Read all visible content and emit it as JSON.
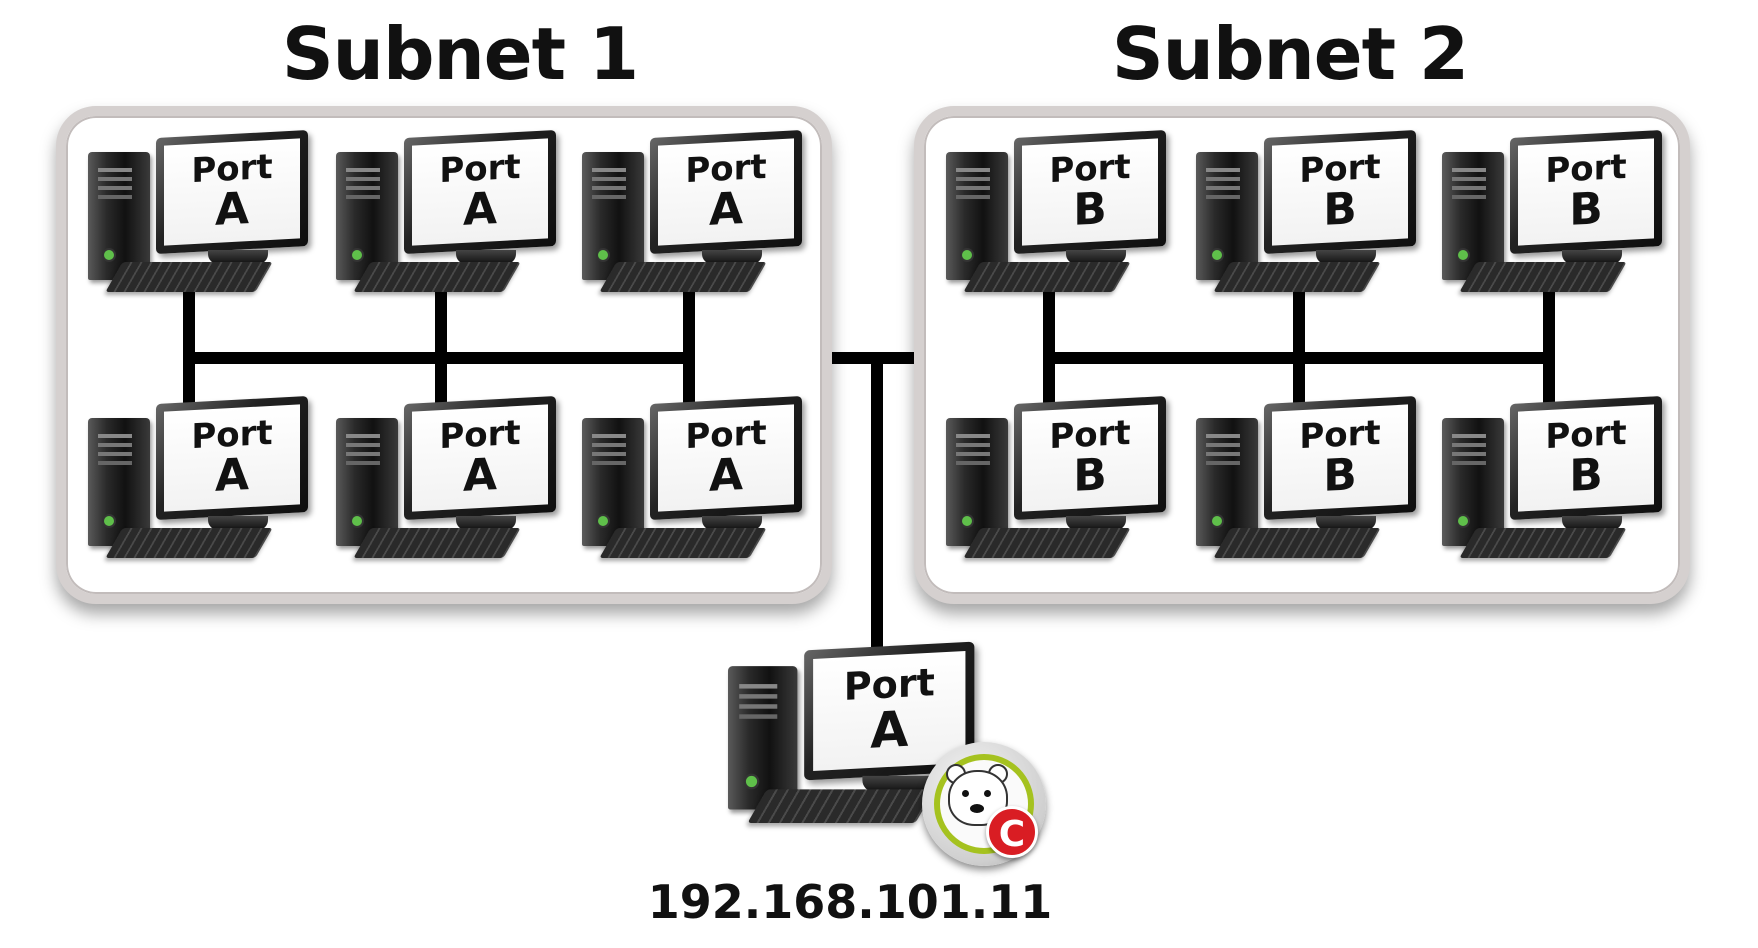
{
  "subnets": [
    {
      "title": "Subnet 1",
      "port_letter": "A"
    },
    {
      "title": "Subnet 2",
      "port_letter": "B"
    }
  ],
  "computer": {
    "port_word": "Port"
  },
  "main_computer": {
    "port_word": "Port",
    "port_letter": "A",
    "ip_address": "192.168.101.11"
  },
  "badge": {
    "icon": "polar-bear-icon",
    "mark": "C",
    "ring_color": "#a5c21f",
    "mark_color": "#d91d23"
  },
  "box_border_color": "#d5d0cf"
}
